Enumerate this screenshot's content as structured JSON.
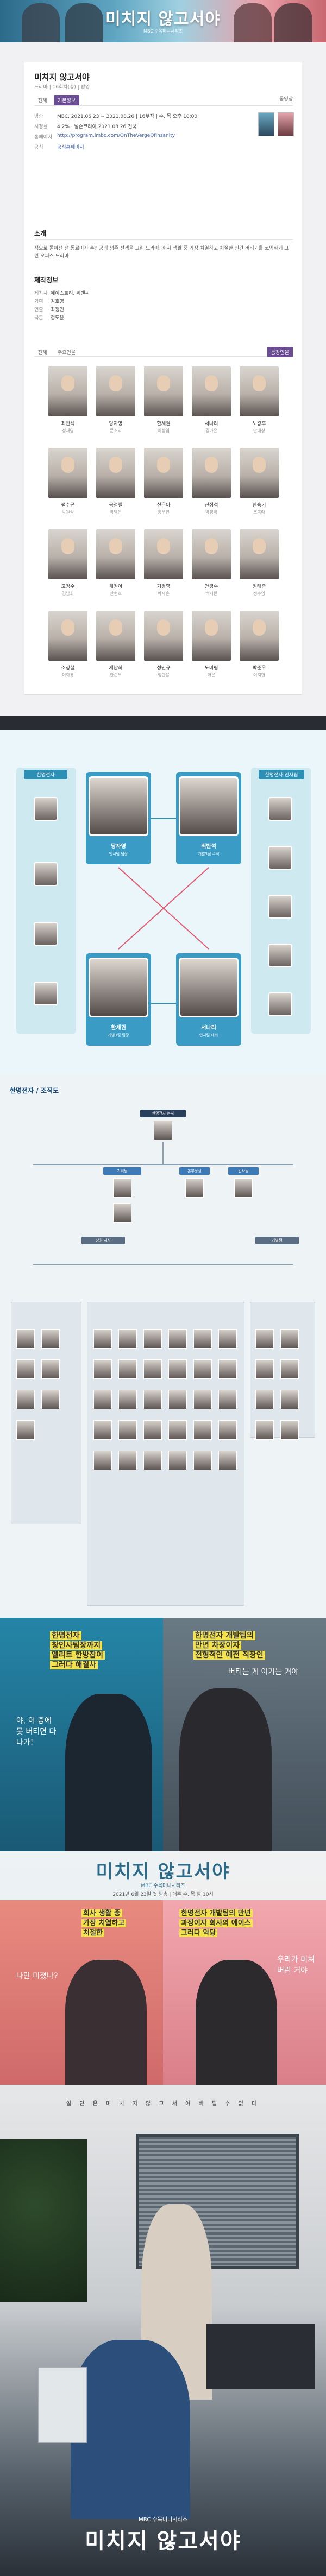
{
  "banner": {
    "title": "미치지 않고서야",
    "subtitle": "MBC 수목미니시리즈"
  },
  "program": {
    "title": "미치지 않고서야",
    "subtitle": "드라마 | 16회차(총) | 방영",
    "tabs": [
      "전체",
      "기본정보"
    ],
    "tab_right": "동영상",
    "meta": [
      {
        "k": "방송",
        "v": "MBC, 2021.06.23 ~ 2021.08.26 | 16부작 | 수, 목 오후 10:00"
      },
      {
        "k": "시청률",
        "v": "4.2% · 닐슨코리아 2021.08.26 전국"
      },
      {
        "k": "홈페이지",
        "v": "http://program.imbc.com/OnTheVergeOfInsanity"
      },
      {
        "k": "공식",
        "v": "공식홈페이지"
      }
    ],
    "synopsis_head": "소개",
    "synopsis": "적으로 돌아선 전 동료이자 주인공의 생존 전쟁을 그린 드라마. 회사 생활 중 가장 치열하고 처절한 인간 버티기를 코믹하게 그린 오피스 드라마",
    "production_head": "제작정보",
    "production": [
      {
        "k": "제작사",
        "v": "에이스토리, 씨앤씨"
      },
      {
        "k": "기획",
        "v": "김호영"
      },
      {
        "k": "연출",
        "v": "최정인"
      },
      {
        "k": "극본",
        "v": "정도윤"
      }
    ],
    "cast_tabs": [
      "전체",
      "주요인물"
    ],
    "cast_tab_right": "등장인물",
    "cast": [
      {
        "name": "최반석",
        "role": "정재영"
      },
      {
        "name": "당자영",
        "role": "문소리"
      },
      {
        "name": "한세권",
        "role": "이상엽"
      },
      {
        "name": "서나리",
        "role": "김가은"
      },
      {
        "name": "노왕후",
        "role": "안내상"
      },
      {
        "name": "팽수곤",
        "role": "박원상"
      },
      {
        "name": "공정필",
        "role": "박병은"
      },
      {
        "name": "신은아",
        "role": "홍우진"
      },
      {
        "name": "신정석",
        "role": "박정학"
      },
      {
        "name": "한승기",
        "role": "조복래"
      },
      {
        "name": "고정수",
        "role": "김남희"
      },
      {
        "name": "채정아",
        "role": "안현호"
      },
      {
        "name": "기경영",
        "role": "박재훈"
      },
      {
        "name": "안경수",
        "role": "백지원"
      },
      {
        "name": "정태준",
        "role": "정수영"
      },
      {
        "name": "소상철",
        "role": "이화룡"
      },
      {
        "name": "제남희",
        "role": "한준우"
      },
      {
        "name": "성민규",
        "role": "정한용"
      },
      {
        "name": "노미림",
        "role": "하은"
      },
      {
        "name": "박준우",
        "role": "이지현"
      }
    ]
  },
  "relations": {
    "left_head": "한명전자",
    "right_head": "한명전자 인사팀",
    "center": [
      {
        "name": "당자영",
        "role": "인사팀 팀장"
      },
      {
        "name": "최반석",
        "role": "개발3팀 수석"
      },
      {
        "name": "한세권",
        "role": "개발3팀 팀장"
      },
      {
        "name": "서나리",
        "role": "인사팀 대리"
      }
    ]
  },
  "org": {
    "brand": "한명전자",
    "title": "조직도",
    "root": "한명전자 본사",
    "branches": [
      "창원 지사",
      "기획팀",
      "본부장실",
      "인사팀",
      "개발팀"
    ]
  },
  "poster1": {
    "left_top": [
      "한명전자",
      "창인사팀장까지",
      "엘리트 한방잡이",
      "그러다 해결사"
    ],
    "left_hand": "야, 이 중에 못 버티면 다 나가!",
    "right_top": [
      "한명전자 개발팀의",
      "만년 차장이자",
      "전형적인 예전 직장인"
    ],
    "right_hand": "버티는 게 이기는 거야",
    "logo": "미치지 않고서야",
    "logo_sub": "MBC 수목미니시리즈",
    "air": "2021년 6월 23일 첫 방송 | 매주 수, 목 밤 10시"
  },
  "poster2": {
    "left_top": [
      "회사 생활 중",
      "가장 치열하고",
      "처절한"
    ],
    "left_hand": "나만 미쳤나?",
    "right_top": [
      "한명전자 개발팀의 만년",
      "과장이자 회사의 에이스",
      "그러다 악당"
    ],
    "right_hand": "우리가 미쳐 버린 거야"
  },
  "poster3": {
    "top": "일 단 은 미 치 지 않 고 서 야 버 틸 수 없 다",
    "logo": "미치지 않고서야",
    "logo_sub": "MBC 수목미니시리즈"
  }
}
